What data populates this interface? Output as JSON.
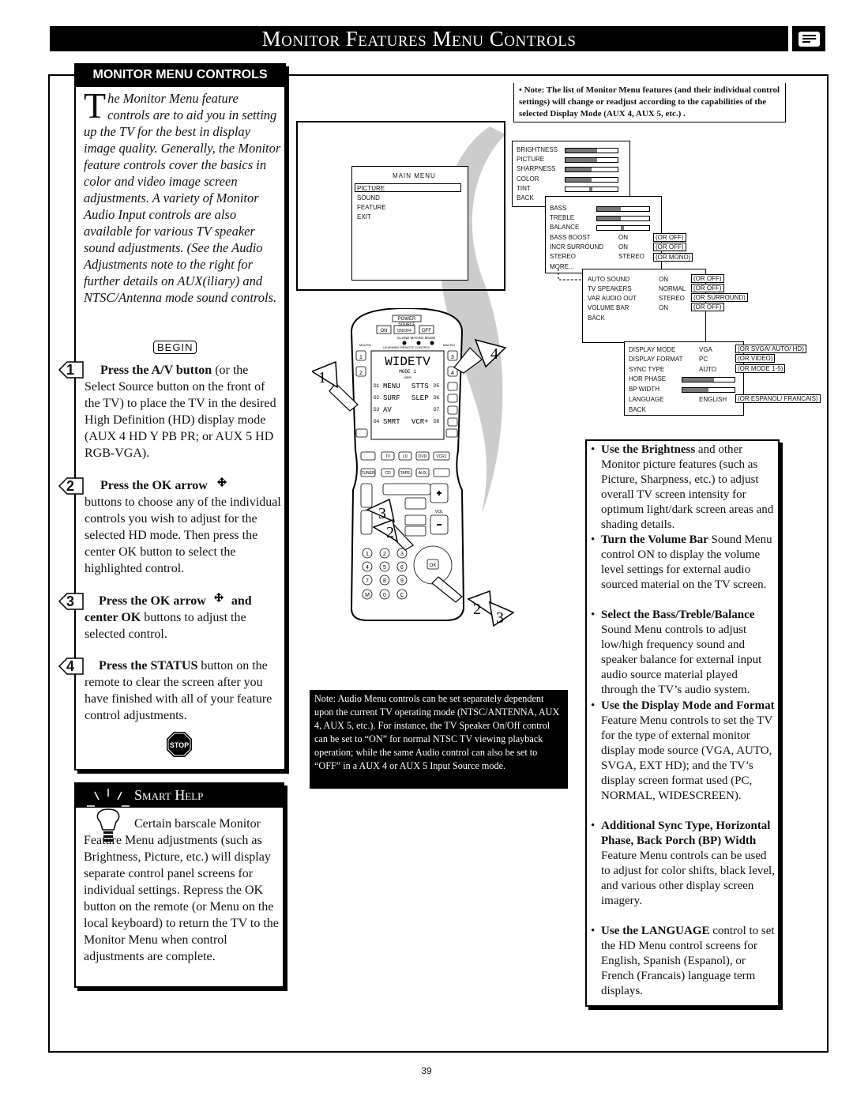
{
  "header": {
    "title": "Monitor Features Menu Controls",
    "icon": "tv-monitor-icon"
  },
  "left": {
    "heading": "MONITOR MENU CONTROLS",
    "intro_dropcap": "T",
    "intro_rest": "he Monitor Menu feature controls are to aid you in setting up the TV for the best in display image quality. Generally, the Monitor feature controls cover the basics in color and video image screen adjustments. A variety of Monitor Audio Input controls are also available for various TV speaker sound adjustments. (See the Audio Adjustments note to the right for further details on AUX(iliary) and NTSC/Antenna mode sound controls.",
    "begin": "BEGIN",
    "steps": [
      {
        "num": "1",
        "bold": "Press the A/V button",
        "rest": " (or the Select Source button on the front of the TV) to place the TV in the desired High Definition (HD) display mode (AUX 4 HD Y PB PR; or AUX 5 HD RGB-VGA)."
      },
      {
        "num": "2",
        "bold": "Press the OK arrow",
        "rest": " buttons to choose any of the individual controls you wish to adjust for the selected HD mode. Then press the center OK button to select the highlighted control."
      },
      {
        "num": "3",
        "bold": "Press the OK arrow",
        "mid": " and ",
        "bold2": "center OK",
        "rest": " buttons to adjust the selected control."
      },
      {
        "num": "4",
        "bold": "Press the STATUS",
        "rest": " button on the remote to clear the screen after you have finished with all of your feature control adjustments."
      }
    ],
    "stop": "STOP"
  },
  "smart_help": {
    "heading": "Smart Help",
    "text": "Certain barscale Monitor Feature Menu adjustments (such as Brightness, Picture, etc.) will display separate control panel screens for individual settings. Repress the OK button on the remote (or Menu on the local keyboard) to return the TV to the Monitor Menu when control adjustments are complete."
  },
  "top_note": "• Note: The list of Monitor Menu features (and their individual control settings) will change or readjust according to the capabilities of the selected Display Mode (AUX 4, AUX 5, etc.) .",
  "main_menu": {
    "title": "MAIN MENU",
    "items": [
      "PICTURE",
      "SOUND",
      "FEATURE",
      "EXIT"
    ]
  },
  "picture_menu": {
    "items": [
      {
        "label": "BRIGHTNESS",
        "level": 0.6
      },
      {
        "label": "PICTURE",
        "level": 0.6
      },
      {
        "label": "SHARPNESS",
        "level": 0.5
      },
      {
        "label": "COLOR",
        "level": 0.5
      },
      {
        "label": "TINT",
        "level": 0.5
      },
      {
        "label": "BACK"
      }
    ]
  },
  "sound_menu": {
    "items": [
      {
        "label": "BASS",
        "level": 0.4
      },
      {
        "label": "TREBLE",
        "level": 0.4
      },
      {
        "label": "BALANCE",
        "level": 0.5
      },
      {
        "label": "BASS BOOST",
        "value": "ON",
        "alt": "(OR OFF)"
      },
      {
        "label": "INCR SURROUND",
        "value": "ON",
        "alt": "(OR OFF)"
      },
      {
        "label": "STEREO",
        "value": "STEREO",
        "alt": "(OR MONO)"
      },
      {
        "label": "MORE..."
      }
    ]
  },
  "audio_more_menu": {
    "items": [
      {
        "label": "AUTO SOUND",
        "value": "ON",
        "alt": "(OR OFF)"
      },
      {
        "label": "TV SPEAKERS",
        "value": "NORMAL",
        "alt": "(OR OFF)"
      },
      {
        "label": "VAR AUDIO OUT",
        "value": "STEREO",
        "alt": "(OR SURROUND)"
      },
      {
        "label": "VOLUME BAR",
        "value": "ON",
        "alt": "(OR OFF)"
      },
      {
        "label": "BACK"
      }
    ]
  },
  "display_menu": {
    "items": [
      {
        "label": "DISPLAY MODE",
        "value": "VGA",
        "alt": "(OR SVGA/ AUTO/ HD)"
      },
      {
        "label": "DISPLAY FORMAT",
        "value": "PC",
        "alt": "(OR VIDEO)"
      },
      {
        "label": "SYNC TYPE",
        "value": "AUTO",
        "alt": "(OR MODE 1-5)"
      },
      {
        "label": "HOR PHASE",
        "level": 0.6
      },
      {
        "label": "BP WIDTH",
        "level": 0.5
      },
      {
        "label": "LANGUAGE",
        "value": "ENGLISH",
        "alt": "(OR ESPANOL/ FRANCAIS)"
      },
      {
        "label": "BACK"
      }
    ]
  },
  "remote": {
    "power": "POWER",
    "source": "SOURCE",
    "on": "ON",
    "onoff": "ON/OFF",
    "off": "OFF",
    "clone_macro_mode": "CLONE  MACRO  MODE",
    "macro_left": "MACRO",
    "macro_right": "MACRO",
    "learning": "LEARNING REMOTE CONTROL",
    "screen_main": "WIDETV",
    "screen_mode": "MODE 1",
    "screen_user": "USER",
    "screen_rows": [
      [
        "D1",
        "MENU",
        "STTS",
        "D5"
      ],
      [
        "D2",
        "SURF",
        "SLEP",
        "D6"
      ],
      [
        "D3",
        "AV",
        "",
        "D7"
      ],
      [
        "D4",
        "SMRT",
        "VCR+",
        "D8"
      ]
    ],
    "keys_row1": [
      "TV",
      "LD",
      "DVD",
      "VCR1"
    ],
    "keys_row2": [
      "TUNER",
      "CD",
      "TAPE",
      "AUX"
    ],
    "vol": "VOL",
    "ok": "OK",
    "numbers": [
      "1",
      "2",
      "3",
      "4",
      "5",
      "6",
      "7",
      "8",
      "9",
      "M",
      "0",
      "C"
    ],
    "callouts": [
      "4",
      "1",
      "3",
      "2",
      "2",
      "3"
    ]
  },
  "audio_note": "Note: Audio Menu controls can be set separately dependent upon the current TV operating mode (NTSC/ANTENNA, AUX 4, AUX 5, etc.). For instance, the TV Speaker On/Off control can be set to “ON” for normal NTSC TV viewing playback operation; while the same Audio control can also be set to “OFF” in a AUX 4 or AUX 5 Input Source mode.",
  "bullets": [
    {
      "bold": "Use the Brightness",
      "rest": " and other Monitor picture features (such as Picture, Sharpness, etc.) to adjust overall TV screen intensity for optimum light/dark screen areas and shading details."
    },
    {
      "bold": "Turn the Volume Bar",
      "rest": " Sound Menu control ON to display the volume level settings for external audio sourced material on the TV screen."
    },
    {
      "bold": "Select the Bass/Treble/Balance",
      "rest": " Sound Menu controls to adjust low/high frequency sound and speaker balance for external input audio source material played through the TV’s audio system."
    },
    {
      "bold": "Use the Display Mode and Format",
      "rest": " Feature Menu controls to set the TV for the type of external monitor display mode source (VGA, AUTO, SVGA, EXT HD); and the TV’s display screen format used (PC, NORMAL, WIDESCREEN)."
    },
    {
      "bold": "Additional Sync Type, Horizontal Phase, Back Porch (BP) Width",
      "rest": " Feature Menu controls can be used to adjust for color shifts, black level, and various other display screen imagery."
    },
    {
      "bold": "Use the LANGUAGE",
      "rest": " control to set the HD Menu control screens for English, Spanish (Espanol), or French (Francais) language term displays."
    }
  ],
  "page_number": "39"
}
